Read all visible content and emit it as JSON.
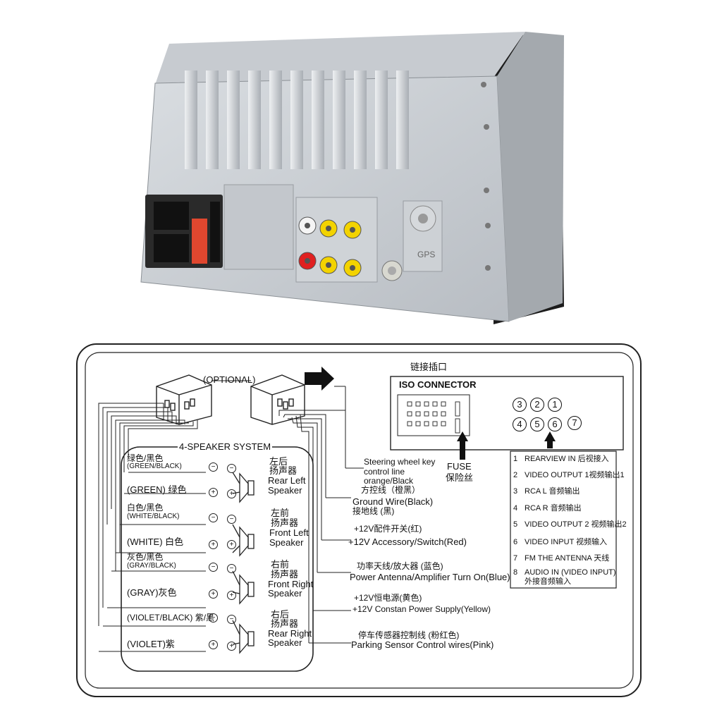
{
  "diagram": {
    "optional_label": "(OPTIONAL)",
    "speaker_system_title": "4-SPEAKER SYSTEM",
    "chain_label": "链接插口",
    "iso_connector": "ISO CONNECTOR",
    "fuse_en": "FUSE",
    "fuse_cn": "保险丝",
    "port_numbers_top": [
      "3",
      "2",
      "1"
    ],
    "port_numbers_bottom": [
      "4",
      "5",
      "6",
      "7"
    ],
    "speaker_wires": [
      {
        "line1": "绿色/黑色",
        "line2": "(GREEN/BLACK)",
        "polarity": "⊖"
      },
      {
        "line1": "(GREEN) 绿色",
        "polarity": "⊕"
      },
      {
        "line1": "白色/黑色",
        "line2": "(WHITE/BLACK)",
        "polarity": "⊖"
      },
      {
        "line1": "(WHITE) 白色",
        "polarity": "⊕"
      },
      {
        "line1": "灰色/黑色",
        "line2": "(GRAY/BLACK)",
        "polarity": "⊖"
      },
      {
        "line1": "(GRAY)灰色",
        "polarity": "⊕"
      },
      {
        "line1": "(VIOLET/BLACK) 紫/黑",
        "polarity": "⊖"
      },
      {
        "line1": "(VIOLET)紫",
        "polarity": "⊕"
      }
    ],
    "speakers": [
      {
        "cn": "左后",
        "cn2": "扬声器",
        "en1": "Rear Left",
        "en2": "Speaker"
      },
      {
        "cn": "左前",
        "cn2": "扬声器",
        "en1": "Front Left",
        "en2": "Speaker"
      },
      {
        "cn": "右前",
        "cn2": "扬声器",
        "en1": "Front Right",
        "en2": "Speaker"
      },
      {
        "cn": "右后",
        "cn2": "扬声器",
        "en1": "Rear Right",
        "en2": "Speaker"
      }
    ],
    "wire_labels": {
      "steering1": "Steering wheel key",
      "steering2": "control line",
      "steering3": "orange/Black",
      "steering4": "方控线（橙黑）",
      "ground1": "Ground Wire(Black)",
      "ground2": "接地线 (黑)",
      "acc_cn": "+12V配件开关(红)",
      "acc_en": "+12V Accessory/Switch(Red)",
      "ant_cn": "功率天线/放大器 (蓝色)",
      "ant_en": "Power Antenna/Amplifier Turn On(Blue)",
      "const_cn": "+12V恒电源(黄色)",
      "const_en": "+12V Constan Power Supply(Yellow)",
      "park_cn": "停车传感器控制线 (粉红色)",
      "park_en": "Parking Sensor Control wires(Pink)"
    },
    "legend": [
      {
        "n": "1",
        "text": "REARVIEW IN  后视接入"
      },
      {
        "n": "2",
        "text": "VIDEO OUTPUT  1视频输出1"
      },
      {
        "n": "3",
        "text": "RCA L 音频输出"
      },
      {
        "n": "4",
        "text": "RCA R  音频输出"
      },
      {
        "n": "5",
        "text": "VIDEO OUTPUT  2    视频输出2"
      },
      {
        "n": "6",
        "text": "VIDEO  INPUT  视频输入"
      },
      {
        "n": "7",
        "text": "FM THE ANTENNA   天线"
      },
      {
        "n": "8",
        "text": "AUDIO IN (VIDEO INPUT)",
        "text2": "外接音频输入"
      }
    ]
  },
  "photo": {
    "gps_label": "GPS"
  }
}
